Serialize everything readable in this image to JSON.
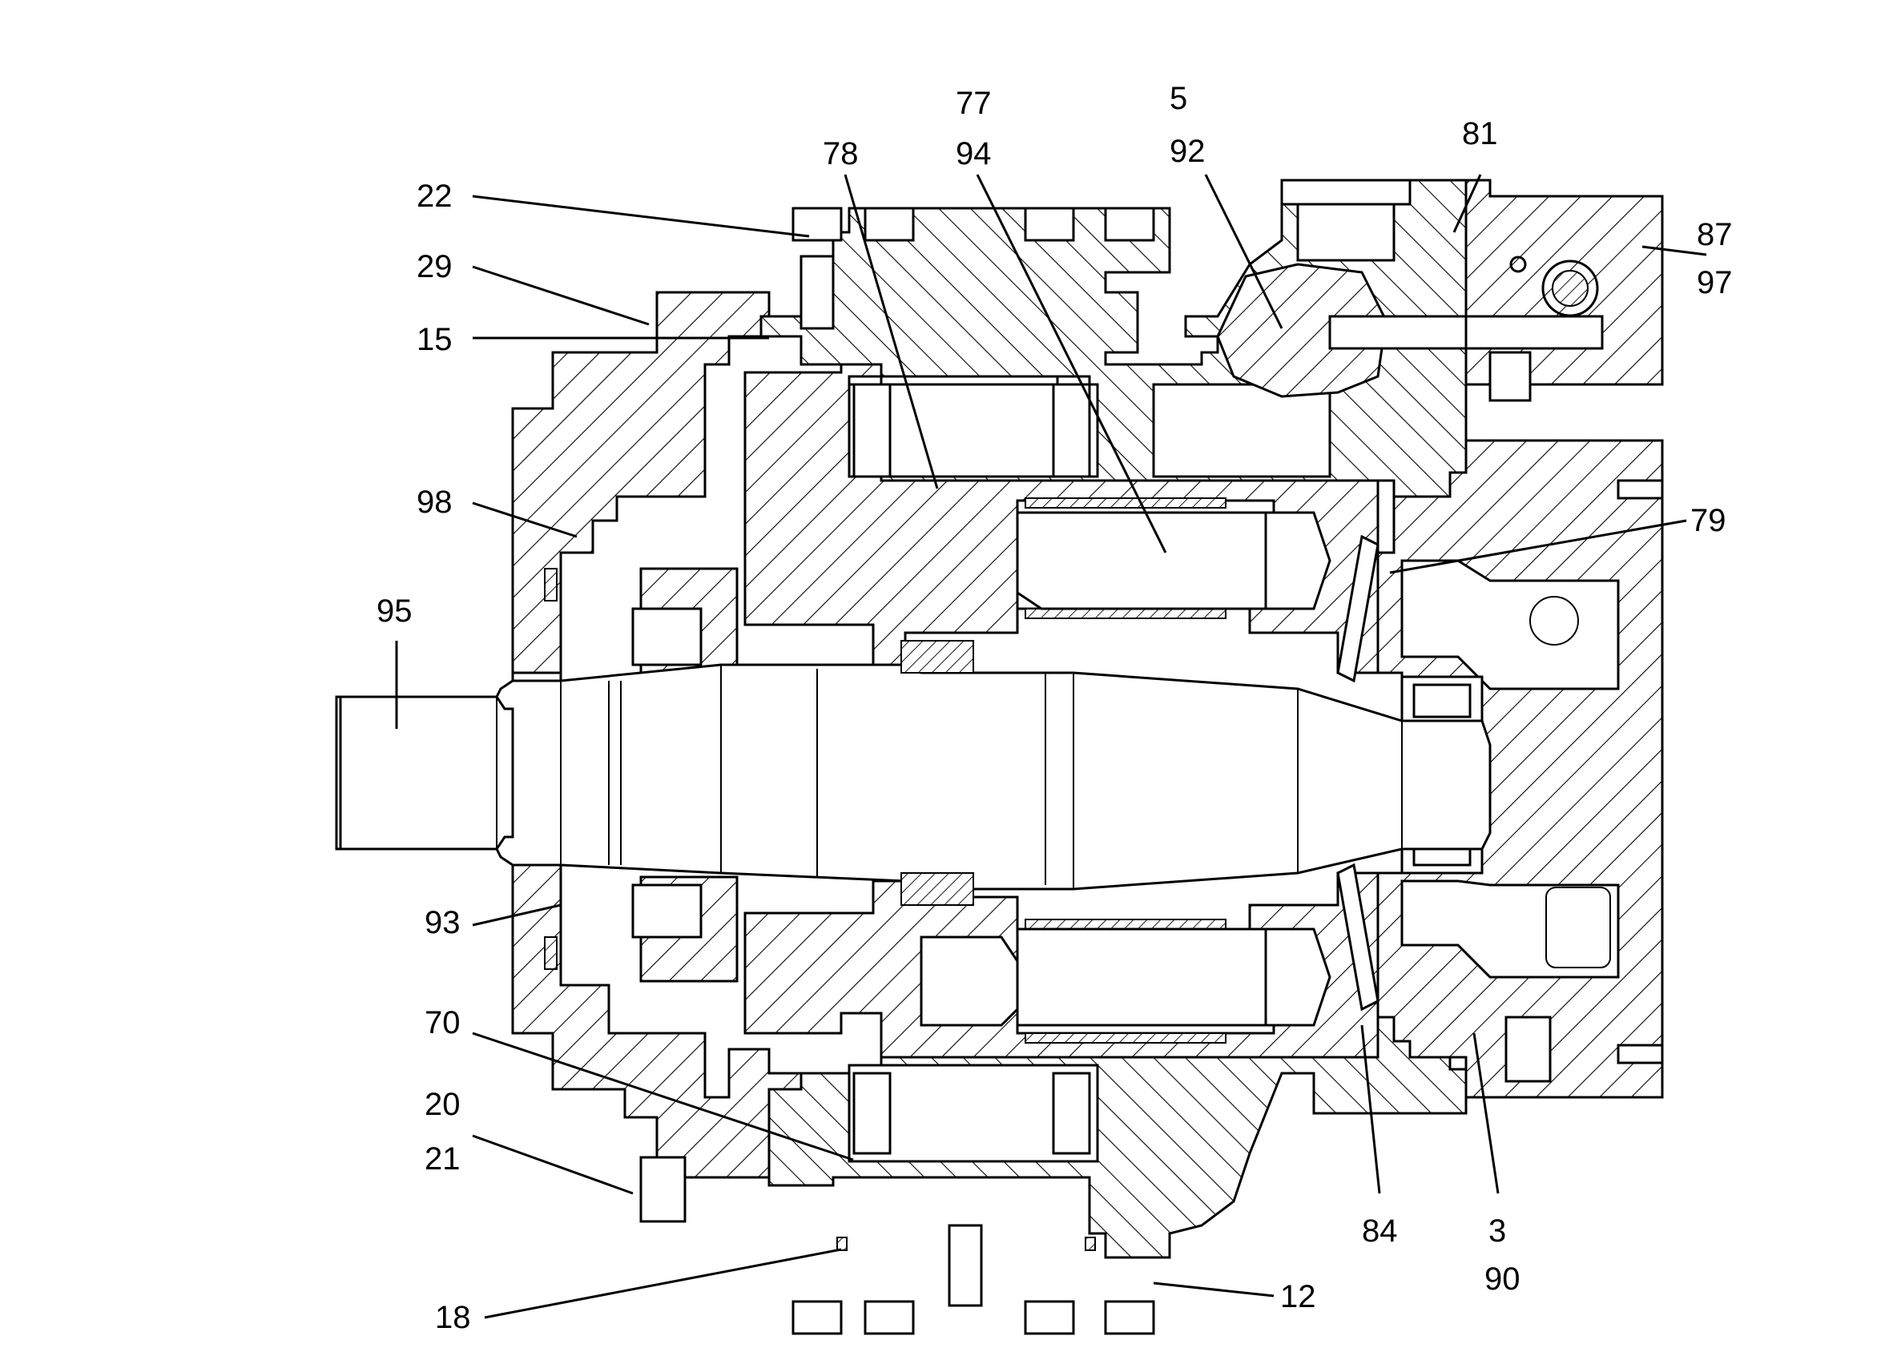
{
  "labels": [
    {
      "id": "l77",
      "text": "77"
    },
    {
      "id": "l5",
      "text": "5"
    },
    {
      "id": "l78",
      "text": "78"
    },
    {
      "id": "l94",
      "text": "94"
    },
    {
      "id": "l92",
      "text": "92"
    },
    {
      "id": "l81",
      "text": "81"
    },
    {
      "id": "l22",
      "text": "22"
    },
    {
      "id": "l29",
      "text": "29"
    },
    {
      "id": "l15",
      "text": "15"
    },
    {
      "id": "l87",
      "text": "87"
    },
    {
      "id": "l97",
      "text": "97"
    },
    {
      "id": "l98",
      "text": "98"
    },
    {
      "id": "l79",
      "text": "79"
    },
    {
      "id": "l95",
      "text": "95"
    },
    {
      "id": "l93",
      "text": "93"
    },
    {
      "id": "l70",
      "text": "70"
    },
    {
      "id": "l20",
      "text": "20"
    },
    {
      "id": "l21",
      "text": "21"
    },
    {
      "id": "l84",
      "text": "84"
    },
    {
      "id": "l3",
      "text": "3"
    },
    {
      "id": "l90",
      "text": "90"
    },
    {
      "id": "l18",
      "text": "18"
    },
    {
      "id": "l12",
      "text": "12"
    }
  ]
}
